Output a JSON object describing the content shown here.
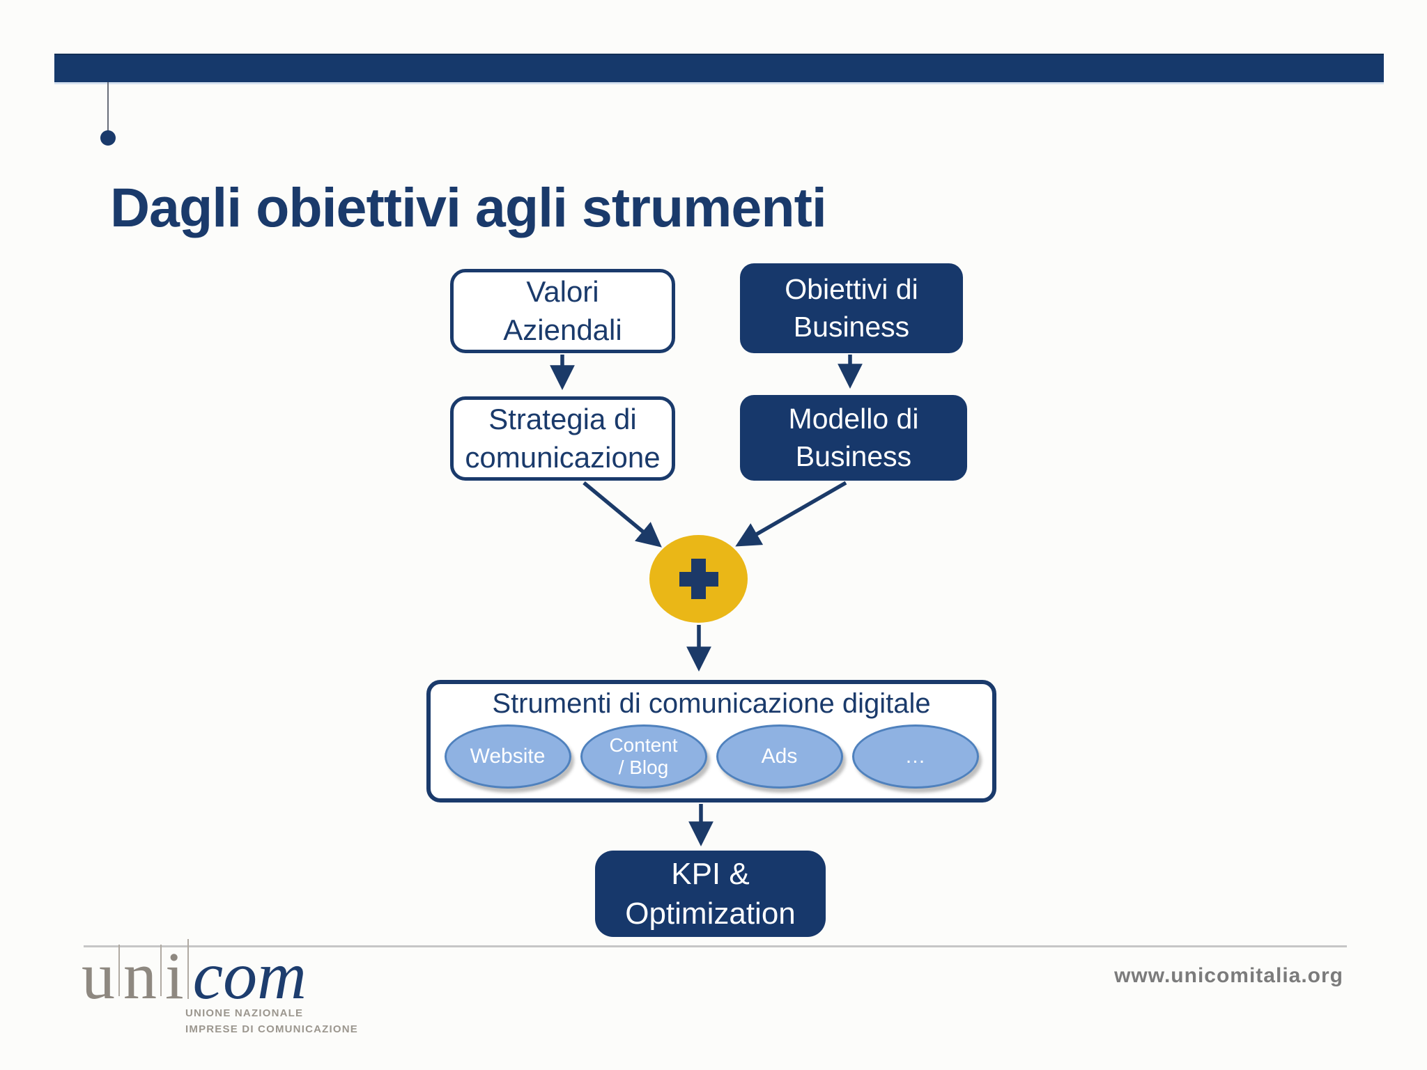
{
  "slide": {
    "title": "Dagli obiettivi agli strumenti",
    "diagram": {
      "nodes": {
        "valori": {
          "label": "Valori\nAziendali"
        },
        "obiettivi": {
          "label": "Obiettivi di\nBusiness"
        },
        "strategia": {
          "label": "Strategia di\ncomunicazione"
        },
        "modello": {
          "label": "Modello di\nBusiness"
        },
        "plus": {
          "symbol": "+"
        },
        "strumenti": {
          "title": "Strumenti di comunicazione digitale",
          "ellipses": [
            {
              "label": "Website"
            },
            {
              "label": "Content\n/ Blog"
            },
            {
              "label": "Ads"
            },
            {
              "label": "…"
            }
          ]
        },
        "kpi": {
          "label": "KPI &\nOptimization"
        }
      }
    },
    "footer": {
      "logo": {
        "letter_u": "u",
        "letter_n": "n",
        "letter_i": "i",
        "word_com": "com",
        "subtitle": "UNIONE NAZIONALE\nIMPRESE DI COMUNICAZIONE"
      },
      "website_url": "www.unicomitalia.org"
    },
    "colors": {
      "navy": "#1a3a6b",
      "accent_yellow": "#eab717",
      "ellipse_fill": "#8fb2e2",
      "ellipse_border": "#4f81bd",
      "footer_gray": "#7b7b7b"
    }
  }
}
